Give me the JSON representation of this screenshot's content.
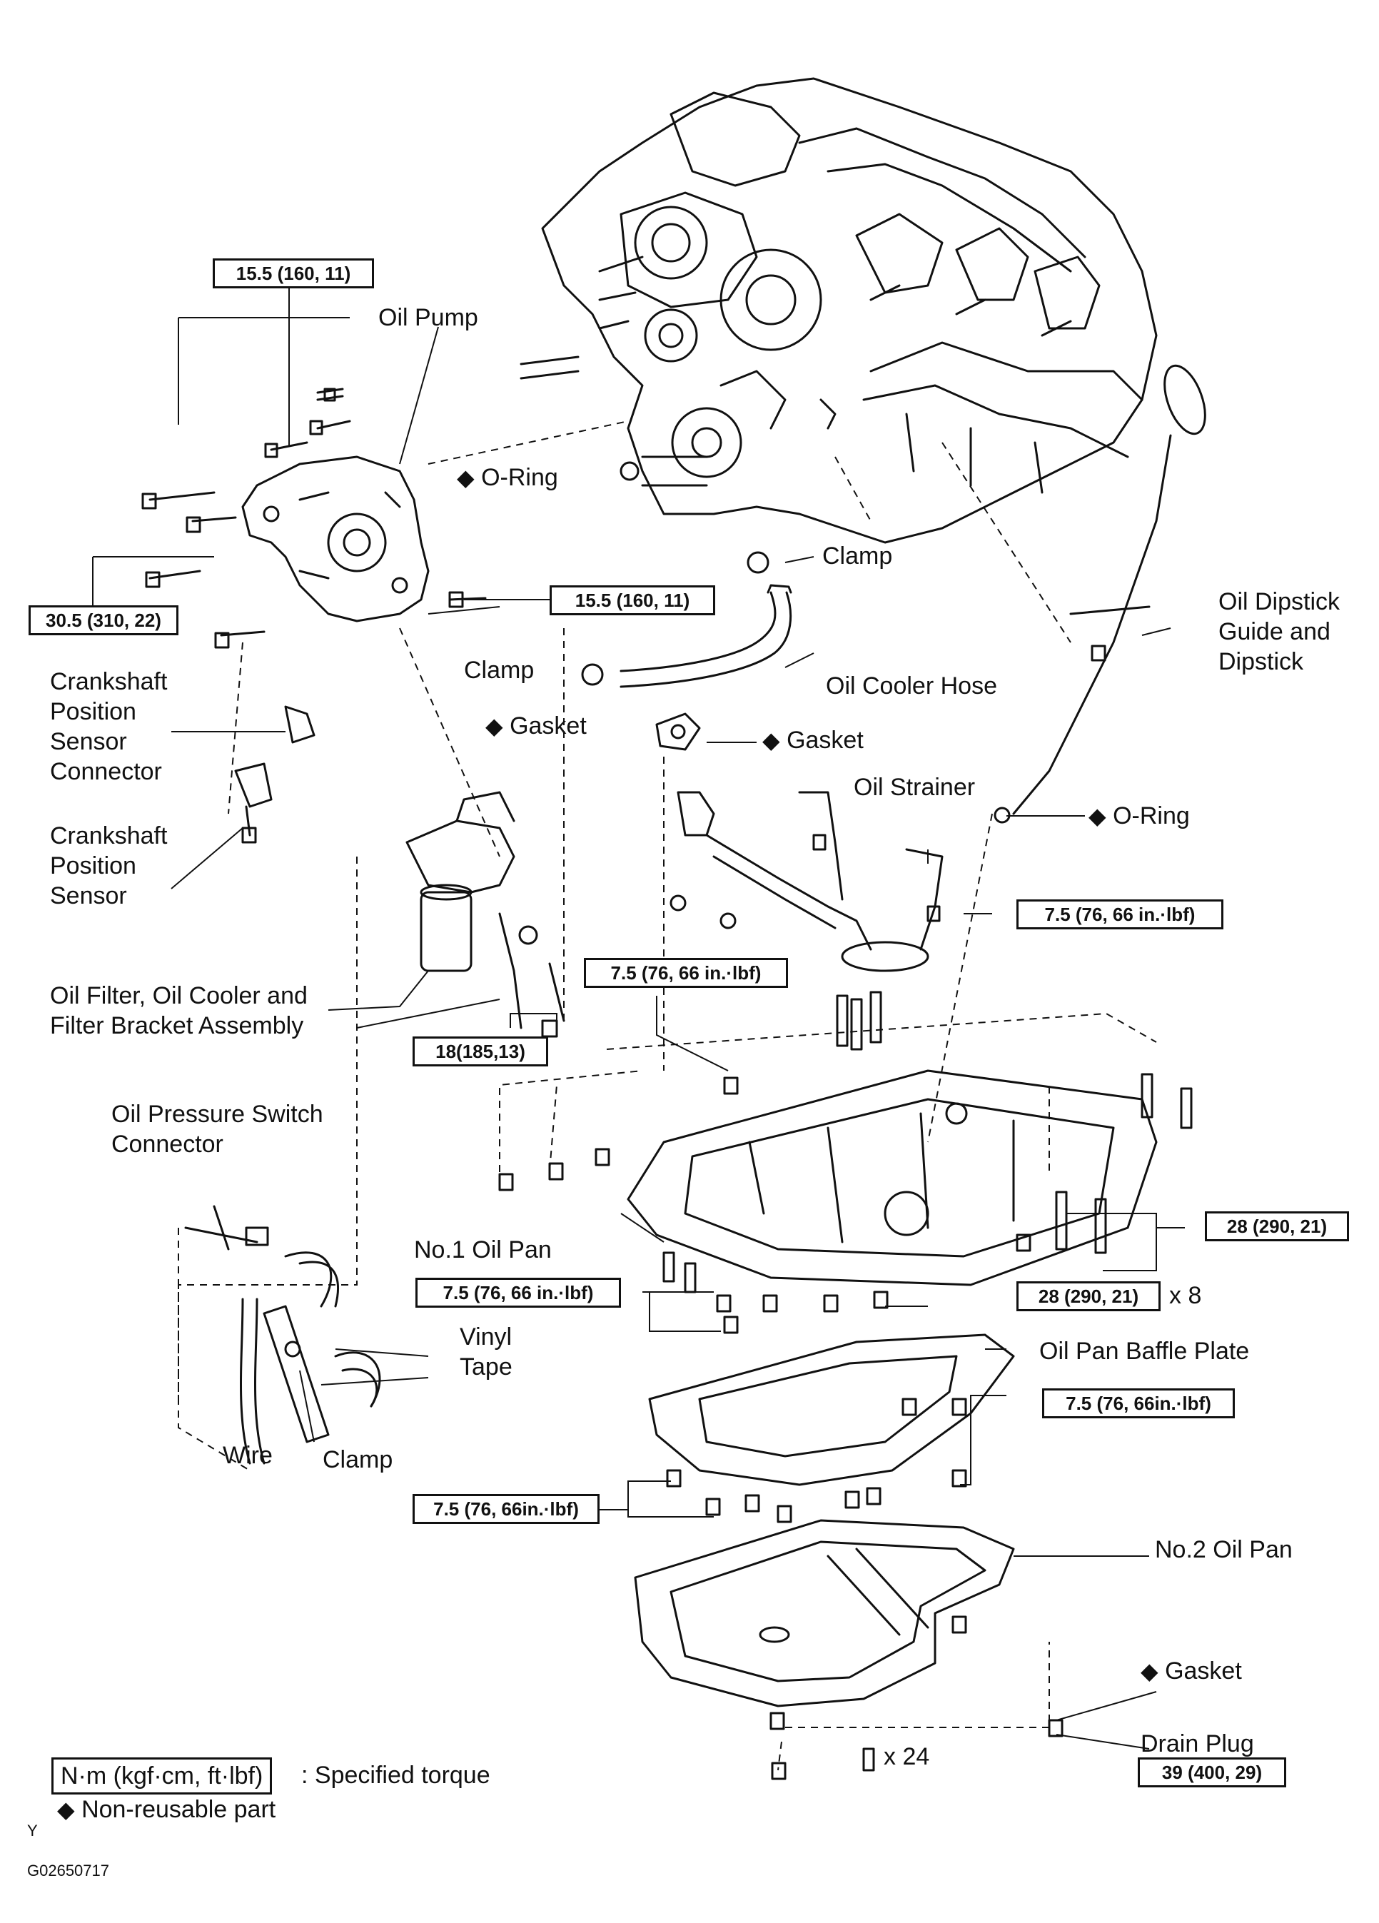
{
  "labels": {
    "oil_pump": "Oil Pump",
    "o_ring_top": "O-Ring",
    "clamp_top": "Clamp",
    "oil_dipstick": [
      "Oil Dipstick",
      "Guide and",
      "Dipstick"
    ],
    "oil_cooler_hose": "Oil Cooler Hose",
    "clamp_mid": "Clamp",
    "gasket_left": "Gasket",
    "gasket_right": "Gasket",
    "oil_strainer": "Oil Strainer",
    "o_ring_right": "O-Ring",
    "crank_sensor_connector": [
      "Crankshaft",
      "Position",
      "Sensor",
      "Connector"
    ],
    "crank_sensor": [
      "Crankshaft",
      "Position",
      "Sensor"
    ],
    "oil_filter": [
      "Oil Filter, Oil Cooler and",
      "Filter Bracket Assembly"
    ],
    "oil_pressure_switch": [
      "Oil Pressure Switch",
      "Connector"
    ],
    "no1_oil_pan": "No.1 Oil Pan",
    "vinyl_tape": [
      "Vinyl",
      "Tape"
    ],
    "wire": "Wire",
    "clamp_bottom": "Clamp",
    "oil_pan_baffle": "Oil Pan Baffle Plate",
    "no2_oil_pan": "No.2 Oil Pan",
    "gasket_drain": "Gasket",
    "drain_plug": "Drain Plug",
    "x8": "x 8",
    "x24": "x 24"
  },
  "torques": {
    "t1": "15.5 (160, 11)",
    "t2": "30.5 (310, 22)",
    "t3": "15.5 (160, 11)",
    "t4": "7.5 (76, 66 in.·lbf)",
    "t5": "7.5 (76, 66 in.·lbf)",
    "t6": "18(185,13)",
    "t7": "28 (290, 21)",
    "t8": "7.5 (76, 66 in.·lbf)",
    "t9": "28 (290, 21)",
    "t10": "7.5 (76, 66in.·lbf)",
    "t11": "7.5 (76, 66in.·lbf)",
    "t12": "39 (400, 29)"
  },
  "legend": {
    "unit_box": "N·m (kgf·cm, ft·lbf)",
    "unit_text": ": Specified torque",
    "nonreusable": "Non-reusable part",
    "diamond": "◆"
  },
  "footer": {
    "y": "Y",
    "code": "G02650717"
  },
  "colors": {
    "ink": "#111111",
    "paper": "#ffffff"
  }
}
